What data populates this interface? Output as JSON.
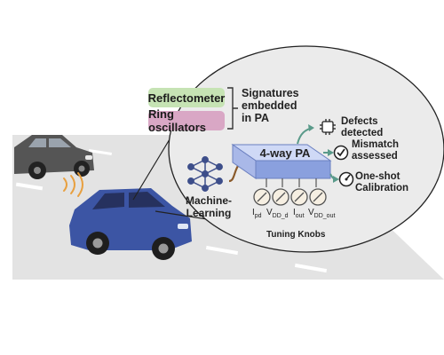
{
  "sensors": {
    "reflectometer": "Reflectometer",
    "ring_oscillators": "Ring oscillators"
  },
  "signatures_text": [
    "Signatures",
    "embedded",
    "in PA"
  ],
  "pa_label": "4-way PA",
  "ml_label": [
    "Machine-",
    "Learning"
  ],
  "outcomes": {
    "defects": [
      "Defects",
      "detected"
    ],
    "mismatch": [
      "Mismatch",
      "assessed"
    ],
    "calibration": [
      "One-shot",
      "Calibration"
    ]
  },
  "knobs": {
    "items": [
      {
        "main": "I",
        "sub": "pd"
      },
      {
        "main": "V",
        "sub": "DD_d"
      },
      {
        "main": "I",
        "sub": "out"
      },
      {
        "main": "V",
        "sub": "DD_out"
      }
    ],
    "caption": "Tuning Knobs"
  },
  "colors": {
    "reflectometer_fill": "#c6e3b4",
    "ring_fill": "#d9a7c5",
    "ellipse_fill": "#ebebeb",
    "pa_top": "#bccaf0",
    "pa_front": "#8aa0de",
    "ml_icon": "#3d4e8a",
    "arrow": "#5a9a8a",
    "road": "#e3e3e3",
    "front_car": "#3c55a4",
    "rear_car": "#555555"
  }
}
